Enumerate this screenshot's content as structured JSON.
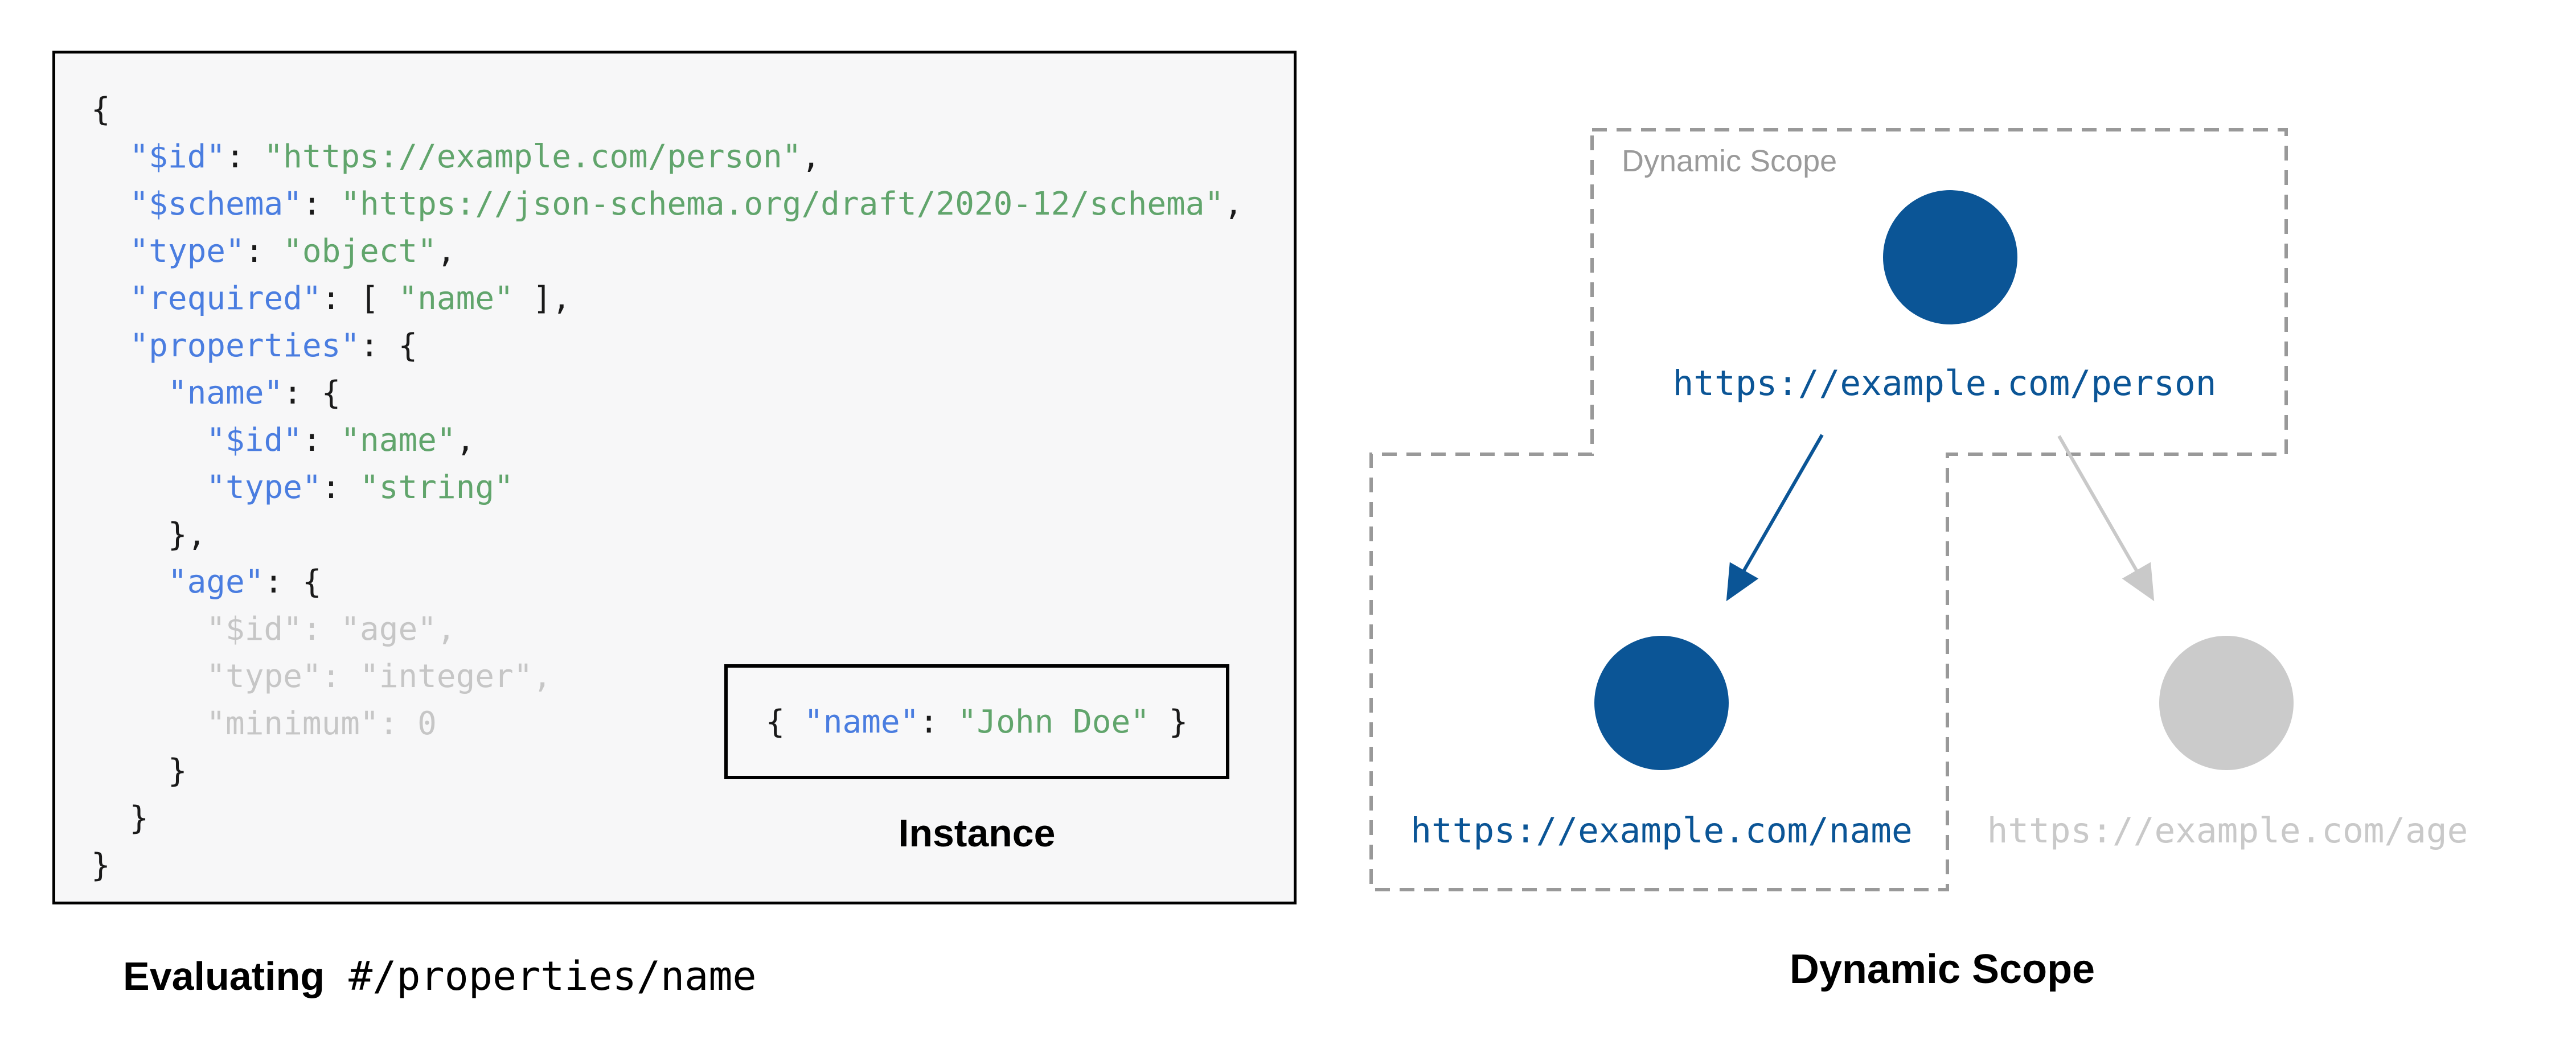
{
  "colors": {
    "panel_bg": "#f7f7f8",
    "panel_border": "#000000",
    "code_key_blue": "#4a7de0",
    "code_string_green": "#61a56c",
    "code_plain": "#1a1a1a",
    "code_dimmed": "#c6c6c6",
    "node_active_blue": "#0b5596",
    "node_inactive_gray": "#cbcbcb",
    "scope_dash_gray": "#999999",
    "scope_label_gray": "#9a9a9a"
  },
  "code": {
    "lines": [
      [
        [
          "p",
          "{"
        ]
      ],
      [
        [
          "p",
          "  "
        ],
        [
          "k",
          "\"$id\""
        ],
        [
          "p",
          ": "
        ],
        [
          "s",
          "\"https://example.com/person\""
        ],
        [
          "p",
          ","
        ]
      ],
      [
        [
          "p",
          "  "
        ],
        [
          "k",
          "\"$schema\""
        ],
        [
          "p",
          ": "
        ],
        [
          "s",
          "\"https://json-schema.org/draft/2020-12/schema\""
        ],
        [
          "p",
          ","
        ]
      ],
      [
        [
          "p",
          "  "
        ],
        [
          "k",
          "\"type\""
        ],
        [
          "p",
          ": "
        ],
        [
          "s",
          "\"object\""
        ],
        [
          "p",
          ","
        ]
      ],
      [
        [
          "p",
          "  "
        ],
        [
          "k",
          "\"required\""
        ],
        [
          "p",
          ": [ "
        ],
        [
          "s",
          "\"name\""
        ],
        [
          "p",
          " ],"
        ]
      ],
      [
        [
          "p",
          "  "
        ],
        [
          "k",
          "\"properties\""
        ],
        [
          "p",
          ": {"
        ]
      ],
      [
        [
          "p",
          "    "
        ],
        [
          "k",
          "\"name\""
        ],
        [
          "p",
          ": {"
        ]
      ],
      [
        [
          "p",
          "      "
        ],
        [
          "k",
          "\"$id\""
        ],
        [
          "p",
          ": "
        ],
        [
          "s",
          "\"name\""
        ],
        [
          "p",
          ","
        ]
      ],
      [
        [
          "p",
          "      "
        ],
        [
          "k",
          "\"type\""
        ],
        [
          "p",
          ": "
        ],
        [
          "s",
          "\"string\""
        ]
      ],
      [
        [
          "p",
          "    },"
        ]
      ],
      [
        [
          "p",
          "    "
        ],
        [
          "k",
          "\"age\""
        ],
        [
          "p",
          ": {"
        ]
      ],
      [
        [
          "d",
          "      \"$id\": \"age\","
        ]
      ],
      [
        [
          "d",
          "      \"type\": \"integer\","
        ]
      ],
      [
        [
          "d",
          "      \"minimum\": 0"
        ]
      ],
      [
        [
          "p",
          "    }"
        ]
      ],
      [
        [
          "p",
          "  }"
        ]
      ],
      [
        [
          "p",
          "}"
        ]
      ]
    ]
  },
  "instance": {
    "label": "Instance",
    "tokens": [
      [
        [
          "p",
          "{ "
        ],
        [
          "k",
          "\"name\""
        ],
        [
          "p",
          ": "
        ],
        [
          "s",
          "\"John Doe\""
        ],
        [
          "p",
          " }"
        ]
      ]
    ]
  },
  "captions": {
    "left_bold": "Evaluating",
    "left_mono": " #/properties/name",
    "right": "Dynamic Scope"
  },
  "diagram": {
    "scope_label": "Dynamic Scope",
    "nodes": {
      "person": {
        "url": "https://example.com/person",
        "state": "active"
      },
      "name": {
        "url": "https://example.com/name",
        "state": "active"
      },
      "age": {
        "url": "https://example.com/age",
        "state": "inactive"
      }
    }
  }
}
